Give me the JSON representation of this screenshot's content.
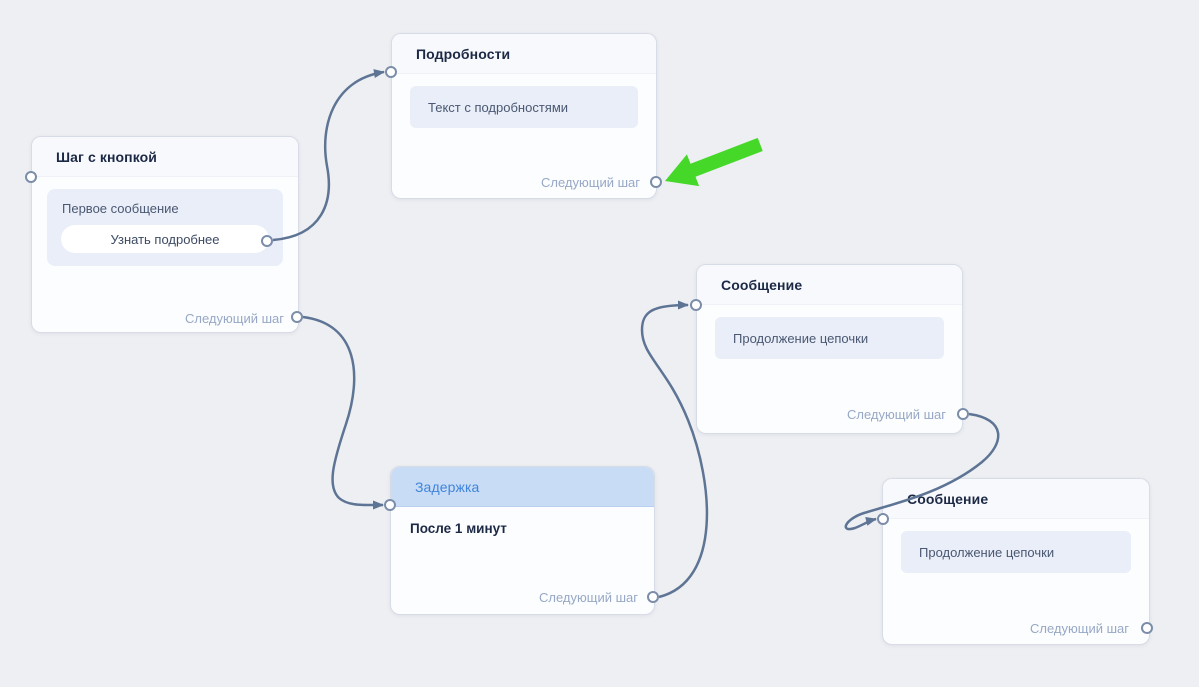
{
  "colors": {
    "bg": "#edeff3",
    "node-bg": "#fcfdfe",
    "node-border": "#d7dce6",
    "header-bg": "#f7f9fc",
    "title": "#1c2945",
    "box-bg": "#e9eef8",
    "box-text": "#4a5872",
    "muted": "#97a8c6",
    "edge": "#5e7494",
    "port-border": "#7b8da9",
    "delay-header-bg": "#c9dcf6",
    "delay-title": "#4084da",
    "green": "#45d829"
  },
  "nodes": [
    {
      "id": "details",
      "title": "Подробности",
      "content_text": "Текст с подробностями",
      "next_label": "Следующий шаг"
    },
    {
      "id": "step-with-button",
      "title": "Шаг с кнопкой",
      "message_label": "Первое сообщение",
      "button_label": "Узнать подробнее",
      "next_label": "Следующий шаг"
    },
    {
      "id": "message-1",
      "title": "Сообщение",
      "content_text": "Продолжение цепочки",
      "next_label": "Следующий шаг"
    },
    {
      "id": "delay",
      "title": "Задержка",
      "selected": true,
      "body_text": "После 1 минут",
      "next_label": "Следующий шаг"
    },
    {
      "id": "message-2",
      "title": "Сообщение",
      "content_text": "Продолжение цепочки",
      "next_label": "Следующий шаг"
    }
  ],
  "connections": [
    {
      "from": "step-with-button.button",
      "to": "details.in"
    },
    {
      "from": "step-with-button.next",
      "to": "delay.in"
    },
    {
      "from": "delay.next",
      "to": "message-1.in"
    },
    {
      "from": "message-1.next",
      "to": "message-2.in"
    }
  ],
  "annotation": {
    "green_arrow_target": "details.next-step-port"
  }
}
